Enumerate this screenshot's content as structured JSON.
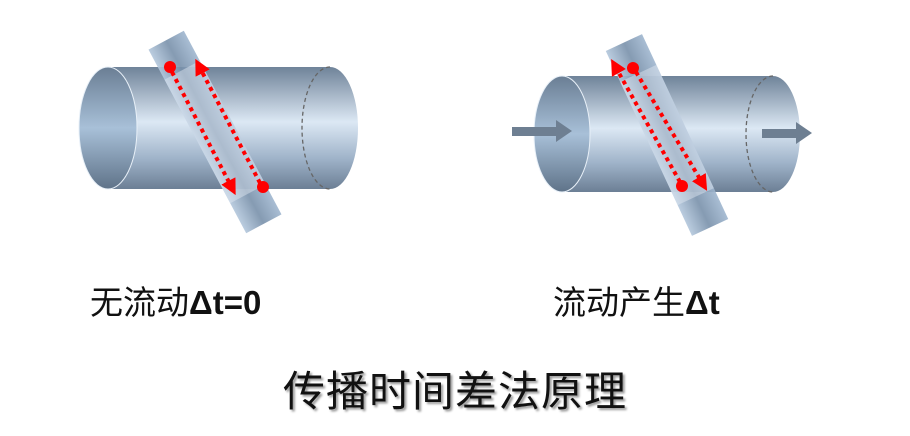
{
  "diagram": {
    "left_caption": {
      "text": "无流动",
      "symbol": "Δt=0"
    },
    "right_caption": {
      "text": "流动产生",
      "symbol": "Δt"
    },
    "title": "传播时间差法原理",
    "colors": {
      "signal": "#ff0000",
      "pipe": "#a9bdd3",
      "flow_arrow": "#6e7f92"
    }
  }
}
